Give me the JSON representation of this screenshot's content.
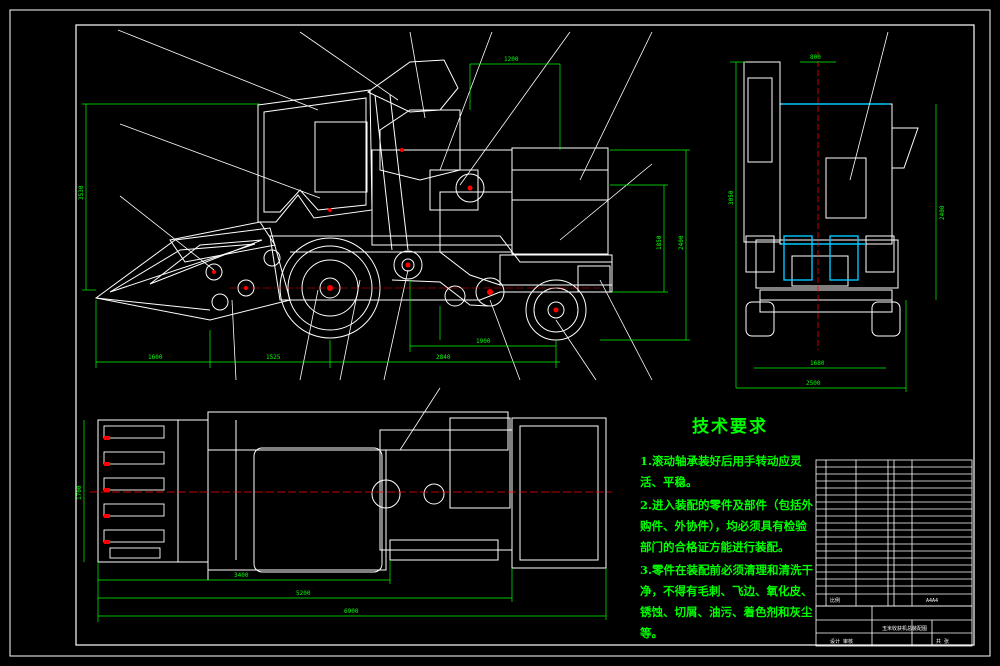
{
  "title_block": {
    "drawing_title": "玉米收获机总装配图",
    "sheet_code": "A4A4",
    "scale_label": "比例",
    "sheet_label": "共 张",
    "school": "设计 审核",
    "rows": 20
  },
  "technical_requirements": {
    "heading": "技术要求",
    "items": [
      "1.滚动轴承装好后用手转动应灵活、平稳。",
      "2.进入装配的零件及部件（包括外购件、外协件），均必须具有检验部门的合格证方能进行装配。",
      "3.零件在装配前必须清理和清洗干净，不得有毛刺、飞边、氧化皮、锈蚀、切屑、油污、着色剂和灰尘等。"
    ]
  },
  "dimensions": {
    "side_height": "3530",
    "side_length_1": "1600",
    "side_length_2": "1525",
    "side_length_3": "2840",
    "side_wheelbase": "1900",
    "side_top": "1200",
    "side_h2": "2400",
    "side_h3": "1850",
    "front_width": "2500",
    "front_track": "1680",
    "front_height": "3050",
    "front_h2": "2400",
    "front_top": "800",
    "plan_width": "1700",
    "plan_l1": "3400",
    "plan_l2": "5200",
    "plan_total": "6900"
  },
  "colors": {
    "line": "#ffffff",
    "dim": "#00ff00",
    "center": "#ff0000",
    "cyan": "#00c8ff",
    "highlight": "#ffff00"
  }
}
